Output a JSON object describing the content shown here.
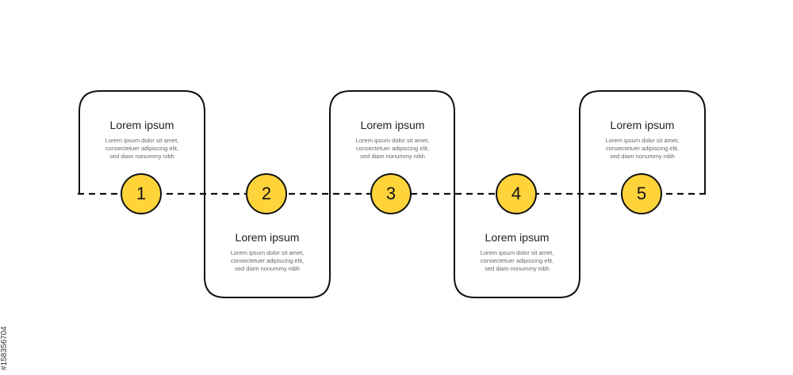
{
  "colors": {
    "accent": "#FFD43B",
    "line": "#111111",
    "title": "#222222",
    "body": "#666666"
  },
  "steps": [
    {
      "number": "1",
      "title": "Lorem ipsum",
      "desc": [
        "Lorem ipsum dolor sit amet,",
        "consectetuer adipiscing elit,",
        "sed diam nonummy nibh"
      ]
    },
    {
      "number": "2",
      "title": "Lorem ipsum",
      "desc": [
        "Lorem ipsum dolor sit amet,",
        "consectetuer adipiscing elit,",
        "sed diam nonummy nibh"
      ]
    },
    {
      "number": "3",
      "title": "Lorem ipsum",
      "desc": [
        "Lorem ipsum dolor sit amet,",
        "consectetuer adipiscing elit,",
        "sed diam nonummy nibh"
      ]
    },
    {
      "number": "4",
      "title": "Lorem ipsum",
      "desc": [
        "Lorem ipsum dolor sit amet,",
        "consectetuer adipiscing elit,",
        "sed diam nonummy nibh"
      ]
    },
    {
      "number": "5",
      "title": "Lorem ipsum",
      "desc": [
        "Lorem ipsum dolor sit amet,",
        "consectetuer adipiscing elit,",
        "sed diam nonummy nibh"
      ]
    }
  ],
  "stock_id": "#158356704"
}
